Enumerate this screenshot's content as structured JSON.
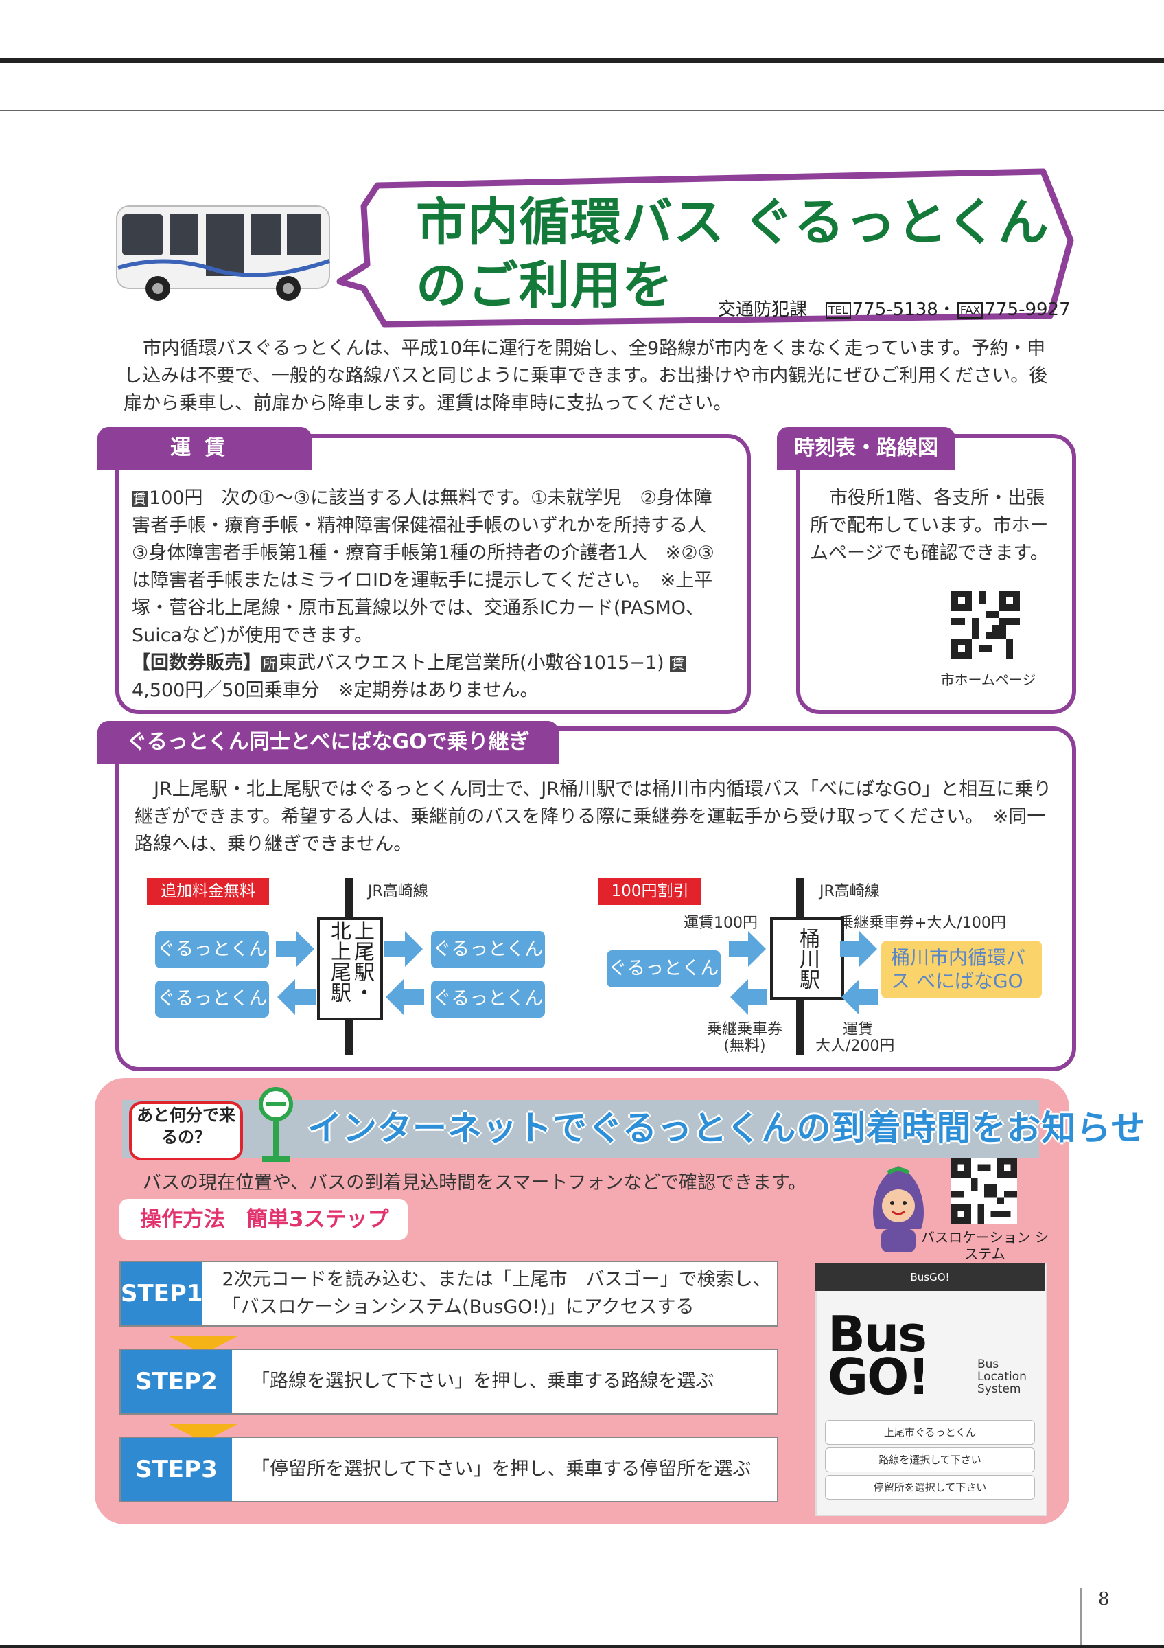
{
  "title": {
    "line1": "市内循環バス ぐるっとくん",
    "line2": "のご利用を",
    "department": "交通防犯課",
    "tel_label": "TEL",
    "tel": "775-5138",
    "separator": "・",
    "fax_label": "FAX",
    "fax": "775-9927"
  },
  "intro": "市内循環バスぐるっとくんは、平成10年に運行を開始し、全9路線が市内をくまなく走っています。予約・申し込みは不要で、一般的な路線バスと同じように乗車できます。お出掛けや市内観光にぜひご利用ください。後扉から乗車し、前扉から降車します。運賃は降車時に支払ってください。",
  "fare": {
    "tab": "運賃",
    "icon_fare": "賃",
    "text1": "100円　次の①〜③に該当する人は無料です。①未就学児　②身体障害者手帳・療育手帳・精神障害保健福祉手帳のいずれかを所持する人　③身体障害者手帳第1種・療育手帳第1種の所持者の介護者1人　※②③は障害者手帳またはミライロIDを運転手に提示してください。　※上平塚・菅谷北上尾線・原市瓦葺線以外では、交通系ICカード(PASMO、Suicaなど)が使用できます。",
    "coupon_label": "【回数券販売】",
    "icon_place": "所",
    "coupon_text": "東武バスウエスト上尾営業所(小敷谷1015−1)",
    "icon_fare2": "賃",
    "coupon_price": "4,500円／50回乗車分　※定期券はありません。"
  },
  "timetable": {
    "tab": "時刻表・路線図",
    "text": "市役所1階、各支所・出張所で配布しています。市ホームページでも確認できます。",
    "qr_label": "市ホームページ"
  },
  "transfer": {
    "tab": "ぐるっとくん同士とべにばなGOで乗り継ぎ",
    "text": "JR上尾駅・北上尾駅ではぐるっとくん同士で、JR桶川駅では桶川市内循環バス「べにばなGO」と相互に乗り継ぎができます。希望する人は、乗継前のバスを降りる際に乗継券を運転手から受け取ってください。　※同一路線へは、乗り継ぎできません。",
    "left": {
      "badge": "追加料金無料",
      "rail": "JR高崎線",
      "station": "上尾駅・北上尾駅",
      "bus": "ぐるっとくん"
    },
    "right": {
      "badge": "100円割引",
      "rail": "JR高崎線",
      "station": "桶川駅",
      "bus": "ぐるっとくん",
      "fare_in": "運賃100円",
      "ticket_out": "乗継乗車券+大人/100円",
      "ticket_free": "乗継乗車券",
      "ticket_free_sub": "(無料)",
      "fare_back": "運賃",
      "fare_back_sub": "大人/200円",
      "other_bus": "桶川市内循環バス べにばなGO"
    }
  },
  "location": {
    "bubble": "あと何分で来るの？",
    "banner": "インターネットでぐるっとくんの到着時間をお知らせ",
    "intro": "バスの現在位置や、バスの到着見込時間をスマートフォンなどで確認できます。",
    "ops_label": "操作方法　簡単3ステップ",
    "steps": [
      {
        "label": "STEP1",
        "text": "2次元コードを読み込む、または「上尾市　バスゴー」で検索し、「バスロケーションシステム(BusGO!)」にアクセスする"
      },
      {
        "label": "STEP2",
        "text": "「路線を選択して下さい」を押し、乗車する路線を選ぶ"
      },
      {
        "label": "STEP3",
        "text": "「停留所を選択して下さい」を押し、乗車する停留所を選ぶ"
      }
    ],
    "qr_label": "バスロケーション システム",
    "phone": {
      "header": "BusGO!",
      "logo": "Bus GO!",
      "logo_sub": "Bus Location System",
      "rows": [
        "上尾市ぐるっとくん",
        "路線を選択して下さい",
        "停留所を選択して下さい"
      ]
    }
  },
  "page_number": "8",
  "colors": {
    "green": "#137a3a",
    "purple": "#8e3f98",
    "pink": "#f4aab0",
    "blue": "#2f8ad1",
    "red": "#e3232c"
  }
}
